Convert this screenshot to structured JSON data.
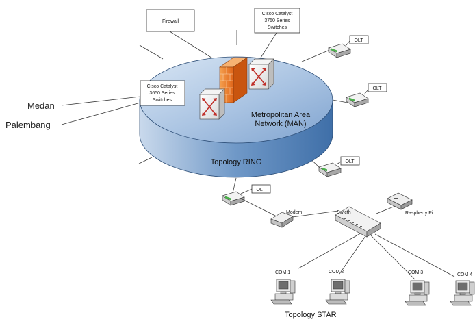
{
  "colors": {
    "ring_top": "#a9c3e2",
    "ring_side": "#5f8bbd",
    "firewall": "#f07a28",
    "arrow": "#c0302a",
    "line": "#3a3a3a"
  },
  "icons": [
    "firewall-icon",
    "switch-icon",
    "olt-icon",
    "modem-icon",
    "computer-icon"
  ],
  "labels": {
    "firewall": "Firewall",
    "catalyst3750": [
      "Cisco Catalyst",
      "3750 Series",
      "Switches"
    ],
    "catalyst3650": [
      "Cisco Catalyst",
      "3650 Series",
      "Switches"
    ],
    "man": [
      "Metropolitan Area",
      "Network (MAN)"
    ],
    "ring": "Topology RING",
    "star": "Topology STAR",
    "olt": "OLT",
    "modem": "Modem",
    "switch": "Swicth",
    "raspberry": "Raspberry Pi",
    "medan": "Medan",
    "palembang": "Palembang",
    "com": [
      "COM 1",
      "COM 2",
      "COM 3",
      "COM 4"
    ]
  }
}
